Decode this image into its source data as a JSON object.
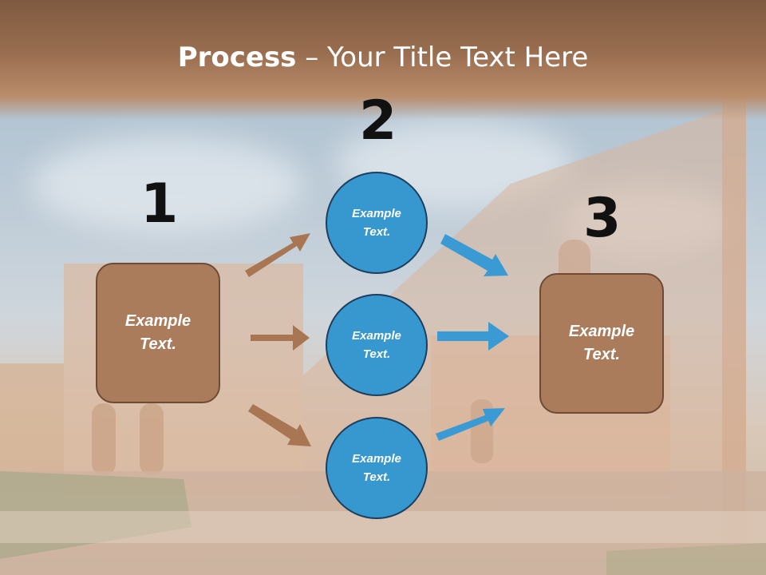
{
  "slide": {
    "title_bold": "Process",
    "title_rest": " – Your Title Text Here"
  },
  "steps": {
    "one": "1",
    "two": "2",
    "three": "3"
  },
  "boxes": {
    "left": "Example\nText.",
    "right": "Example\nText."
  },
  "circles": {
    "top": "Example\nText.",
    "middle": "Example\nText.",
    "bottom": "Example\nText."
  },
  "colors": {
    "brown": "#ab7c5c",
    "blue": "#3797cf",
    "arrow_brown": "#a87652",
    "arrow_blue": "#3a9ad3"
  }
}
